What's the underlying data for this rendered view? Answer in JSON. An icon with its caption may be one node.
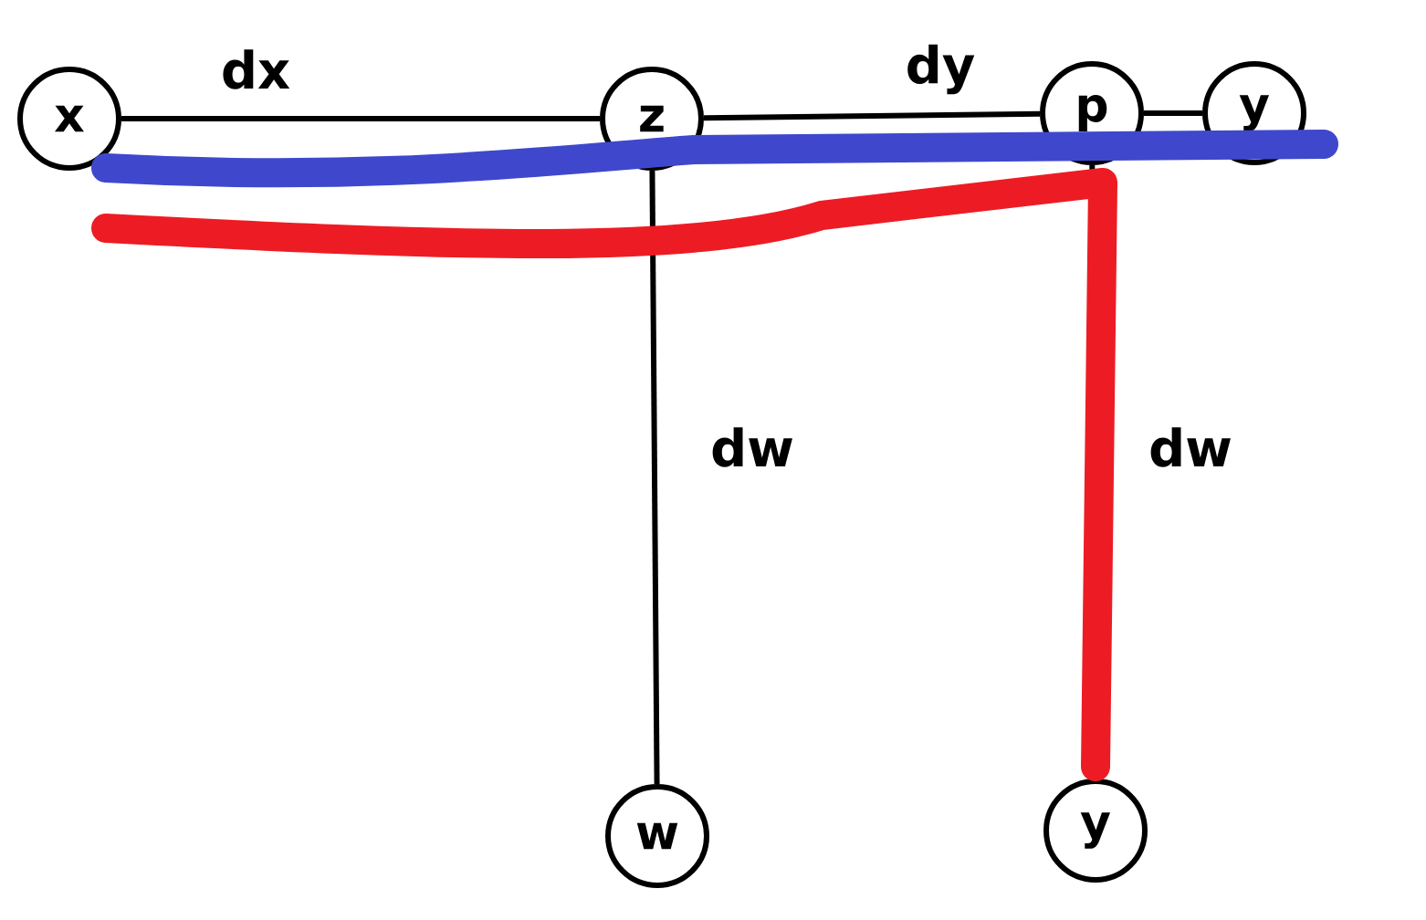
{
  "diagram": {
    "nodes": [
      {
        "text": [
          "x"
        ]
      },
      {
        "text": [
          "z"
        ]
      },
      {
        "text": [
          "p"
        ]
      },
      {
        "text": [
          "y"
        ]
      },
      {
        "text": [
          "w"
        ]
      },
      {
        "text": [
          "y"
        ]
      }
    ],
    "edges": [
      {
        "from": 0,
        "to": 1,
        "arrow": "none",
        "label": "dx"
      },
      {
        "from": 1,
        "to": 2,
        "arrow": "none",
        "label": "dy"
      },
      {
        "from": 2,
        "to": 3,
        "arrow": "none"
      },
      {
        "from": 1,
        "to": 4,
        "arrow": "none",
        "label": "dw"
      },
      {
        "from": 2,
        "to": 5,
        "arrow": "none",
        "label": "dw"
      }
    ]
  }
}
